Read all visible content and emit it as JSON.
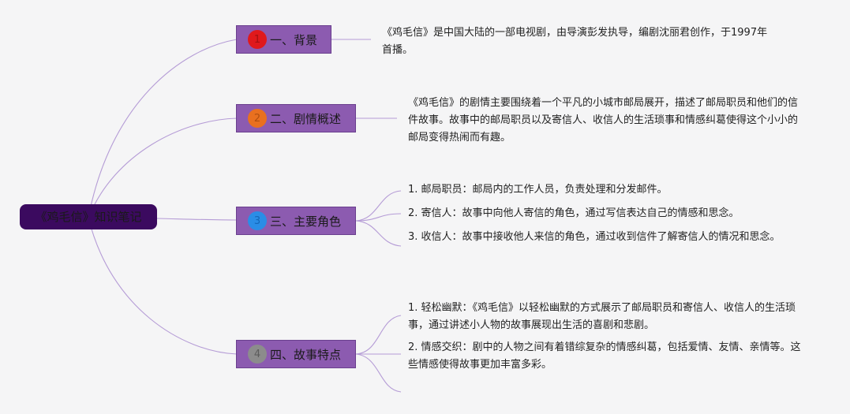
{
  "root": {
    "title": "《鸡毛信》知识笔记"
  },
  "branches": [
    {
      "number": "1",
      "label": "一、背景",
      "badge_color": "#e0191c",
      "badge_text_color": "#a31010",
      "items": [
        "《鸡毛信》是中国大陆的一部电视剧，由导演彭发执导，编剧沈丽君创作，于1997年首播。"
      ]
    },
    {
      "number": "2",
      "label": "二、剧情概述",
      "badge_color": "#e9701f",
      "badge_text_color": "#b04e10",
      "items": [
        "《鸡毛信》的剧情主要围绕着一个平凡的小城市邮局展开，描述了邮局职员和他们的信件故事。故事中的邮局职员以及寄信人、收信人的生活琐事和情感纠葛使得这个小小的邮局变得热闹而有趣。"
      ]
    },
    {
      "number": "3",
      "label": "三、主要角色",
      "badge_color": "#2a8de6",
      "badge_text_color": "#1466b8",
      "items": [
        "1. 邮局职员：邮局内的工作人员，负责处理和分发邮件。",
        "2. 寄信人：故事中向他人寄信的角色，通过写信表达自己的情感和思念。",
        "3. 收信人：故事中接收他人来信的角色，通过收到信件了解寄信人的情况和思念。"
      ]
    },
    {
      "number": "4",
      "label": "四、故事特点",
      "badge_color": "#8c8c8c",
      "badge_text_color": "#5c5c5c",
      "items": [
        "1. 轻松幽默：《鸡毛信》以轻松幽默的方式展示了邮局职员和寄信人、收信人的生活琐事，通过讲述小人物的故事展现出生活的喜剧和悲剧。",
        "2. 情感交织：剧中的人物之间有着错综复杂的情感纠葛，包括爱情、友情、亲情等。这些情感使得故事更加丰富多彩。",
        ""
      ]
    }
  ]
}
